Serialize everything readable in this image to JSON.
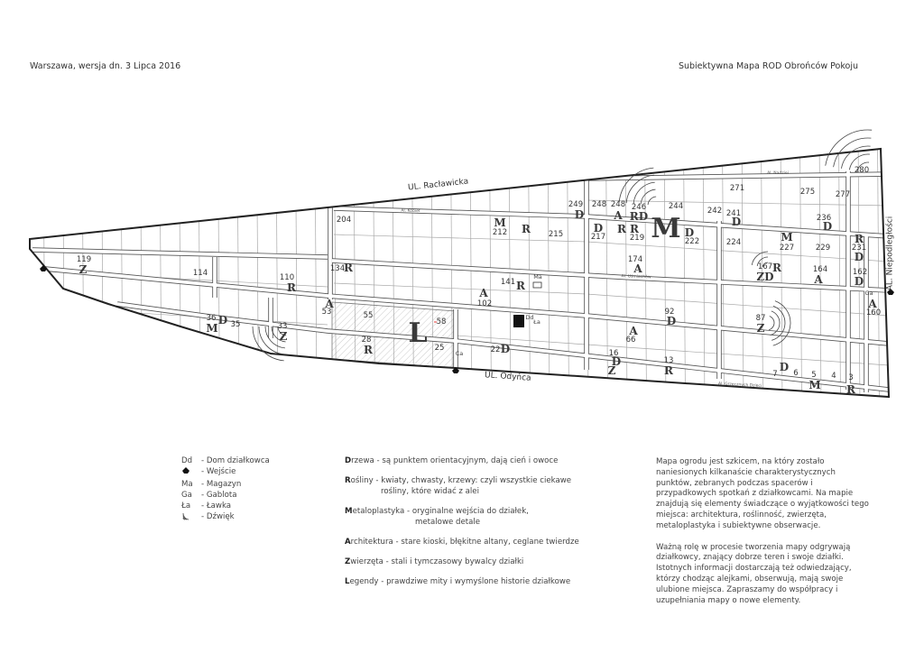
{
  "header": {
    "left": "Warszawa, wersja dn. 3 Lipca 2016",
    "right": "Subiektywna Mapa ROD Obrońców Pokoju"
  },
  "streets": {
    "north": "UL. Racławicka",
    "south": "UL. Odyńca",
    "east": "AL. Niepodległości"
  },
  "alleys": [
    "Al. Kobiet",
    "Al. Nadziei",
    "Al. Uśmiechów",
    "Al. Grzecznych Dzieci"
  ],
  "map": {
    "labels": [
      {
        "text": "119",
        "kind": "n"
      },
      {
        "text": "Z",
        "kind": "l"
      },
      {
        "text": "114",
        "kind": "n"
      },
      {
        "text": "110",
        "kind": "n"
      },
      {
        "text": "R",
        "kind": "l"
      },
      {
        "text": "204",
        "kind": "n"
      },
      {
        "text": "134",
        "kind": "n"
      },
      {
        "text": "R",
        "kind": "l"
      },
      {
        "text": "A",
        "kind": "l"
      },
      {
        "text": "53",
        "kind": "n"
      },
      {
        "text": "36",
        "kind": "n"
      },
      {
        "text": "M",
        "kind": "l"
      },
      {
        "text": "D",
        "kind": "l"
      },
      {
        "text": "35",
        "kind": "n"
      },
      {
        "text": "33",
        "kind": "n"
      },
      {
        "text": "Z",
        "kind": "l"
      },
      {
        "text": "55",
        "kind": "n"
      },
      {
        "text": "58",
        "kind": "n"
      },
      {
        "text": "L",
        "kind": "b"
      },
      {
        "text": "28",
        "kind": "n"
      },
      {
        "text": "R",
        "kind": "l"
      },
      {
        "text": "25",
        "kind": "n"
      },
      {
        "text": "249",
        "kind": "n"
      },
      {
        "text": "D",
        "kind": "l"
      },
      {
        "text": "248",
        "kind": "n"
      },
      {
        "text": "248",
        "kind": "n"
      },
      {
        "text": "A",
        "kind": "l"
      },
      {
        "text": "246",
        "kind": "n"
      },
      {
        "text": "RD",
        "kind": "l"
      },
      {
        "text": "244",
        "kind": "n"
      },
      {
        "text": "242",
        "kind": "n"
      },
      {
        "text": "241",
        "kind": "n"
      },
      {
        "text": "D",
        "kind": "l"
      },
      {
        "text": "271",
        "kind": "n"
      },
      {
        "text": "275",
        "kind": "n"
      },
      {
        "text": "277",
        "kind": "n"
      },
      {
        "text": "280",
        "kind": "n"
      },
      {
        "text": "236",
        "kind": "n"
      },
      {
        "text": "D",
        "kind": "l"
      },
      {
        "text": "M",
        "kind": "l"
      },
      {
        "text": "212",
        "kind": "n"
      },
      {
        "text": "R",
        "kind": "l"
      },
      {
        "text": "215",
        "kind": "n"
      },
      {
        "text": "D",
        "kind": "l"
      },
      {
        "text": "217",
        "kind": "n"
      },
      {
        "text": "R",
        "kind": "l"
      },
      {
        "text": "R",
        "kind": "l"
      },
      {
        "text": "219",
        "kind": "n"
      },
      {
        "text": "M",
        "kind": "b"
      },
      {
        "text": "D",
        "kind": "l"
      },
      {
        "text": "222",
        "kind": "n"
      },
      {
        "text": "224",
        "kind": "n"
      },
      {
        "text": "M",
        "kind": "l"
      },
      {
        "text": "227",
        "kind": "n"
      },
      {
        "text": "229",
        "kind": "n"
      },
      {
        "text": "R",
        "kind": "l"
      },
      {
        "text": "231",
        "kind": "n"
      },
      {
        "text": "D",
        "kind": "l"
      },
      {
        "text": "174",
        "kind": "n"
      },
      {
        "text": "A",
        "kind": "l"
      },
      {
        "text": "167",
        "kind": "n"
      },
      {
        "text": "R",
        "kind": "l"
      },
      {
        "text": "ZD",
        "kind": "l"
      },
      {
        "text": "164",
        "kind": "n"
      },
      {
        "text": "A",
        "kind": "l"
      },
      {
        "text": "162",
        "kind": "n"
      },
      {
        "text": "D",
        "kind": "l"
      },
      {
        "text": "141",
        "kind": "n"
      },
      {
        "text": "R",
        "kind": "l"
      },
      {
        "text": "A",
        "kind": "l"
      },
      {
        "text": "102",
        "kind": "n"
      },
      {
        "text": "22",
        "kind": "n"
      },
      {
        "text": "D",
        "kind": "l"
      },
      {
        "text": "92",
        "kind": "n"
      },
      {
        "text": "D",
        "kind": "l"
      },
      {
        "text": "A",
        "kind": "l"
      },
      {
        "text": "66",
        "kind": "n"
      },
      {
        "text": "16",
        "kind": "n"
      },
      {
        "text": "D",
        "kind": "l"
      },
      {
        "text": "Z",
        "kind": "l"
      },
      {
        "text": "13",
        "kind": "n"
      },
      {
        "text": "R",
        "kind": "l"
      },
      {
        "text": "87",
        "kind": "n"
      },
      {
        "text": "Z",
        "kind": "l"
      },
      {
        "text": "A",
        "kind": "l"
      },
      {
        "text": "160",
        "kind": "n"
      },
      {
        "text": "7",
        "kind": "n"
      },
      {
        "text": "D",
        "kind": "l"
      },
      {
        "text": "6",
        "kind": "n"
      },
      {
        "text": "5",
        "kind": "n"
      },
      {
        "text": "M",
        "kind": "l"
      },
      {
        "text": "4",
        "kind": "n"
      },
      {
        "text": "3",
        "kind": "n"
      },
      {
        "text": "R",
        "kind": "l"
      },
      {
        "text": "Ma",
        "kind": "s"
      },
      {
        "text": "Dd",
        "kind": "s"
      },
      {
        "text": "Ła",
        "kind": "s"
      },
      {
        "text": "Ca",
        "kind": "s"
      },
      {
        "text": "Ga",
        "kind": "s"
      }
    ]
  },
  "legend": {
    "symbols": [
      {
        "key": "Dd",
        "label": "- Dom działkowca",
        "icon": "text"
      },
      {
        "key": "",
        "label": "- Wejście",
        "icon": "entrance-icon"
      },
      {
        "key": "Ma",
        "label": "- Magazyn",
        "icon": "text"
      },
      {
        "key": "Ga",
        "label": "- Gablota",
        "icon": "text"
      },
      {
        "key": "Ła",
        "label": "- Ławka",
        "icon": "text"
      },
      {
        "key": "",
        "label": "- Dźwięk",
        "icon": "sound-icon"
      }
    ],
    "categories": [
      {
        "initial": "D",
        "rest": "rzewa",
        "desc": " - są punktem orientacyjnym, dają cień i owoce",
        "desc2": ""
      },
      {
        "initial": "R",
        "rest": "ośliny",
        "desc": " - kwiaty, chwasty, krzewy: czyli wszystkie ciekawe",
        "desc2": "rośliny, które widać z alei"
      },
      {
        "initial": "M",
        "rest": "etaloplastyka",
        "desc": " - oryginalne wejścia do działek,",
        "desc2": "metalowe detale"
      },
      {
        "initial": "A",
        "rest": "rchitektura",
        "desc": " - stare kioski, błękitne altany, ceglane twierdze",
        "desc2": ""
      },
      {
        "initial": "Z",
        "rest": "wierzęta",
        "desc": " - stali i tymczasowy bywalcy działki",
        "desc2": ""
      },
      {
        "initial": "L",
        "rest": "egendy",
        "desc": " - prawdziwe mity i wymyślone historie działkowe",
        "desc2": ""
      }
    ]
  },
  "about": {
    "p1": "Mapa ogrodu jest szkicem, na który zostało naniesionych kilkanaście charakterystycznych punktów, zebranych podczas spacerów i przypadkowych spotkań z działkowcami. Na mapie znajdują się elementy świadczące o wyjątkowości tego miejsca: architektura, roślinność, zwierzęta, metaloplastyka i subiektywne obserwacje.",
    "p2": "Ważną rolę w procesie tworzenia mapy odgrywają działkowcy, znający dobrze teren i swoje działki. Istotnych informacji dostarczają też odwiedzający, którzy chodząc alejkami, obserwują, mają swoje ulubione miejsca. Zapraszamy do współpracy i uzupełniania mapy o nowe elementy."
  },
  "colors": {
    "ink": "#222222",
    "grid": "#9a9a9a",
    "highlight": "#e53935"
  }
}
